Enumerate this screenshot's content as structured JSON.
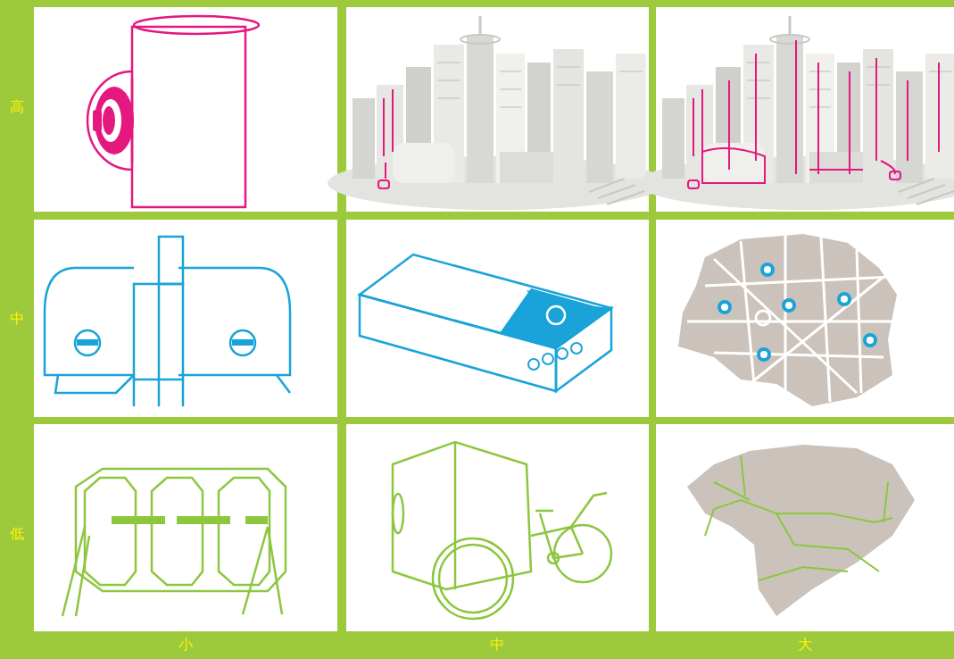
{
  "diagram": {
    "labels": [
      "高",
      "中",
      "低",
      "小",
      "中",
      "大"
    ]
  }
}
